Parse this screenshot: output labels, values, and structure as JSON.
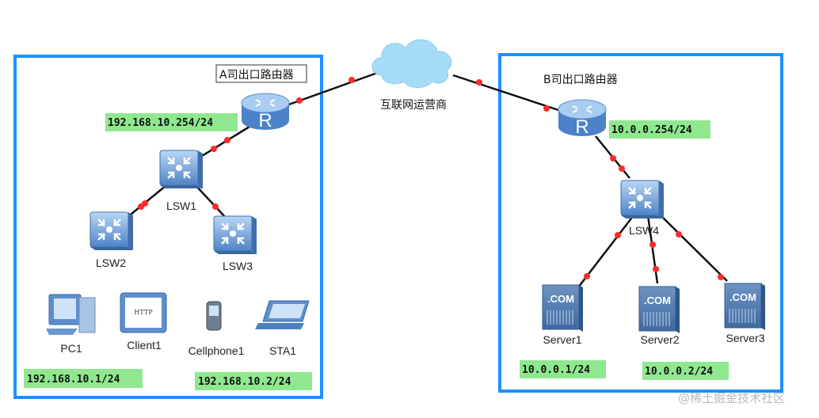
{
  "cloud": {
    "label": "互联网运营商",
    "icon": "cloud-icon"
  },
  "site_a": {
    "router_label": "A司出口路由器",
    "router_ip": "192.168.10.254/24",
    "switches": [
      "LSW1",
      "LSW2",
      "LSW3"
    ],
    "endpoints": [
      {
        "name": "PC1",
        "icon": "pc-icon"
      },
      {
        "name": "Client1",
        "icon": "http-client-icon"
      },
      {
        "name": "Cellphone1",
        "icon": "cellphone-icon"
      },
      {
        "name": "STA1",
        "icon": "laptop-icon"
      }
    ],
    "ip_left": "192.168.10.1/24",
    "ip_right": "192.168.10.2/24"
  },
  "site_b": {
    "router_label": "B司出口路由器",
    "router_ip": "10.0.0.254/24",
    "switch": "LSW4",
    "servers": [
      "Server1",
      "Server2",
      "Server3"
    ],
    "server_badge": ".COM",
    "ip_server1": "10.0.0.1/24",
    "ip_server2": "10.0.0.2/24"
  },
  "watermark": "@稀土掘金技术社区",
  "colors": {
    "box": "#1e90ff",
    "ip_bg": "#8fe88f",
    "link_dot": "#ff2a2a",
    "device": "#5b8fd0"
  }
}
